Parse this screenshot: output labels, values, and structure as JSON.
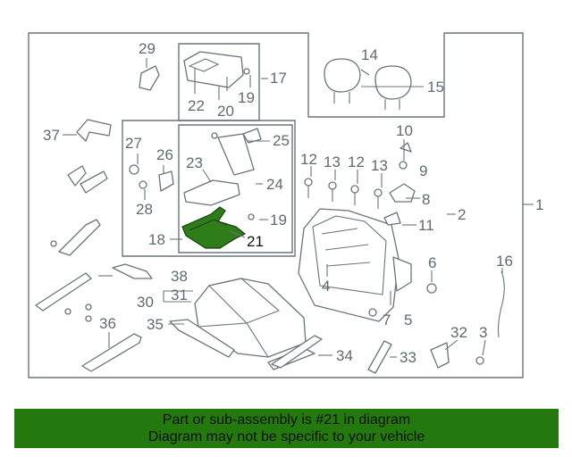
{
  "diagram": {
    "callouts": {
      "c1": "1",
      "c2": "2",
      "c3": "3",
      "c4": "4",
      "c5": "5",
      "c6": "6",
      "c7": "7",
      "c8": "8",
      "c9": "9",
      "c10": "10",
      "c11": "11",
      "c12a": "12",
      "c12b": "12",
      "c13a": "13",
      "c13b": "13",
      "c14": "14",
      "c15": "15",
      "c16": "16",
      "c17": "17",
      "c18": "18",
      "c19a": "19",
      "c19b": "19",
      "c20": "20",
      "c21": "21",
      "c22": "22",
      "c23": "23",
      "c24": "24",
      "c25": "25",
      "c26": "26",
      "c27": "27",
      "c28": "28",
      "c29": "29",
      "c30": "30",
      "c31": "31",
      "c32": "32",
      "c33": "33",
      "c34": "34",
      "c35": "35",
      "c36": "36",
      "c37": "37",
      "c38": "38"
    },
    "highlight_color": "#2f7d1a"
  },
  "banner": {
    "line1": "Part or sub-assembly is #21 in diagram",
    "line2": "Diagram may not be specific to your vehicle",
    "background": "#23780e"
  }
}
